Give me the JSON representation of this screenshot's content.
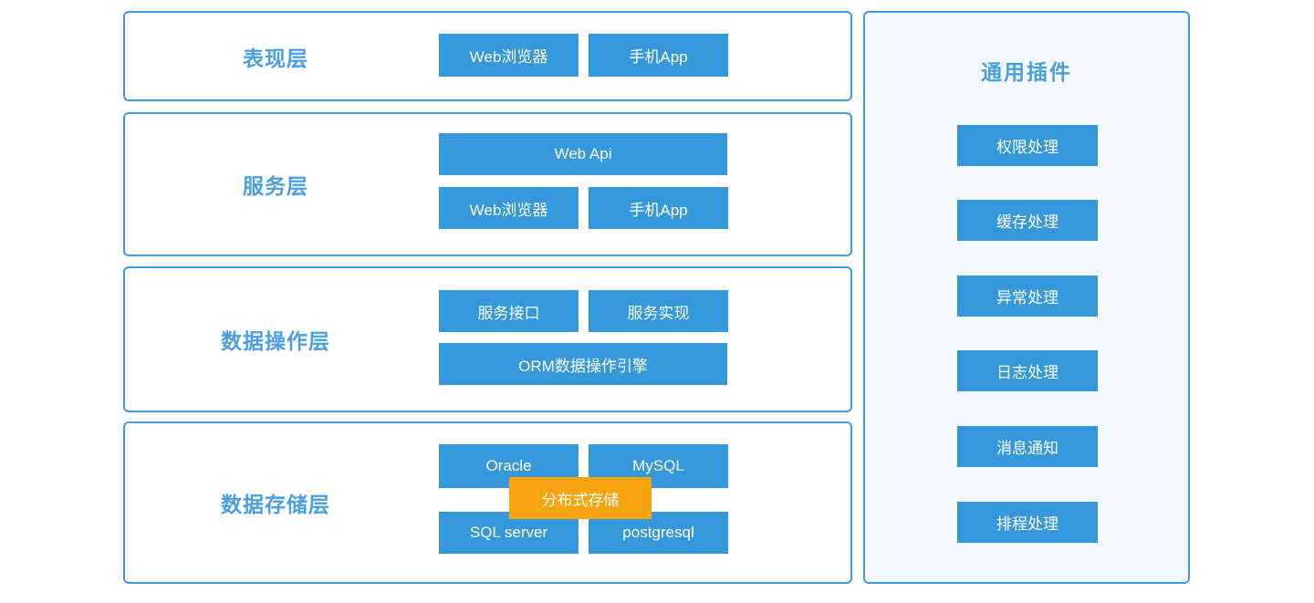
{
  "diagram_title": "layered-architecture-diagram",
  "layers": [
    {
      "title": "表现层",
      "nodes": [
        "Web浏览器",
        "手机App"
      ]
    },
    {
      "title": "服务层",
      "nodes": [
        "Web Api",
        "Web浏览器",
        "手机App"
      ]
    },
    {
      "title": "数据操作层",
      "nodes": [
        "服务接口",
        "服务实现",
        "ORM数据操作引擎"
      ]
    },
    {
      "title": "数据存储层",
      "nodes": [
        "Oracle",
        "MySQL",
        "SQL server",
        "postgresql"
      ],
      "overlay_node": "分布式存储"
    }
  ],
  "plugins": {
    "title": "通用插件",
    "items": [
      "权限处理",
      "缓存处理",
      "异常处理",
      "日志处理",
      "消息通知",
      "排程处理"
    ]
  },
  "colors": {
    "node_blue": "#3498db",
    "overlay_orange": "#f8a410",
    "title_blue": "#4aa0e2",
    "border_blue": "#3d9ce1",
    "panel_bg": "#f3f9fd"
  }
}
